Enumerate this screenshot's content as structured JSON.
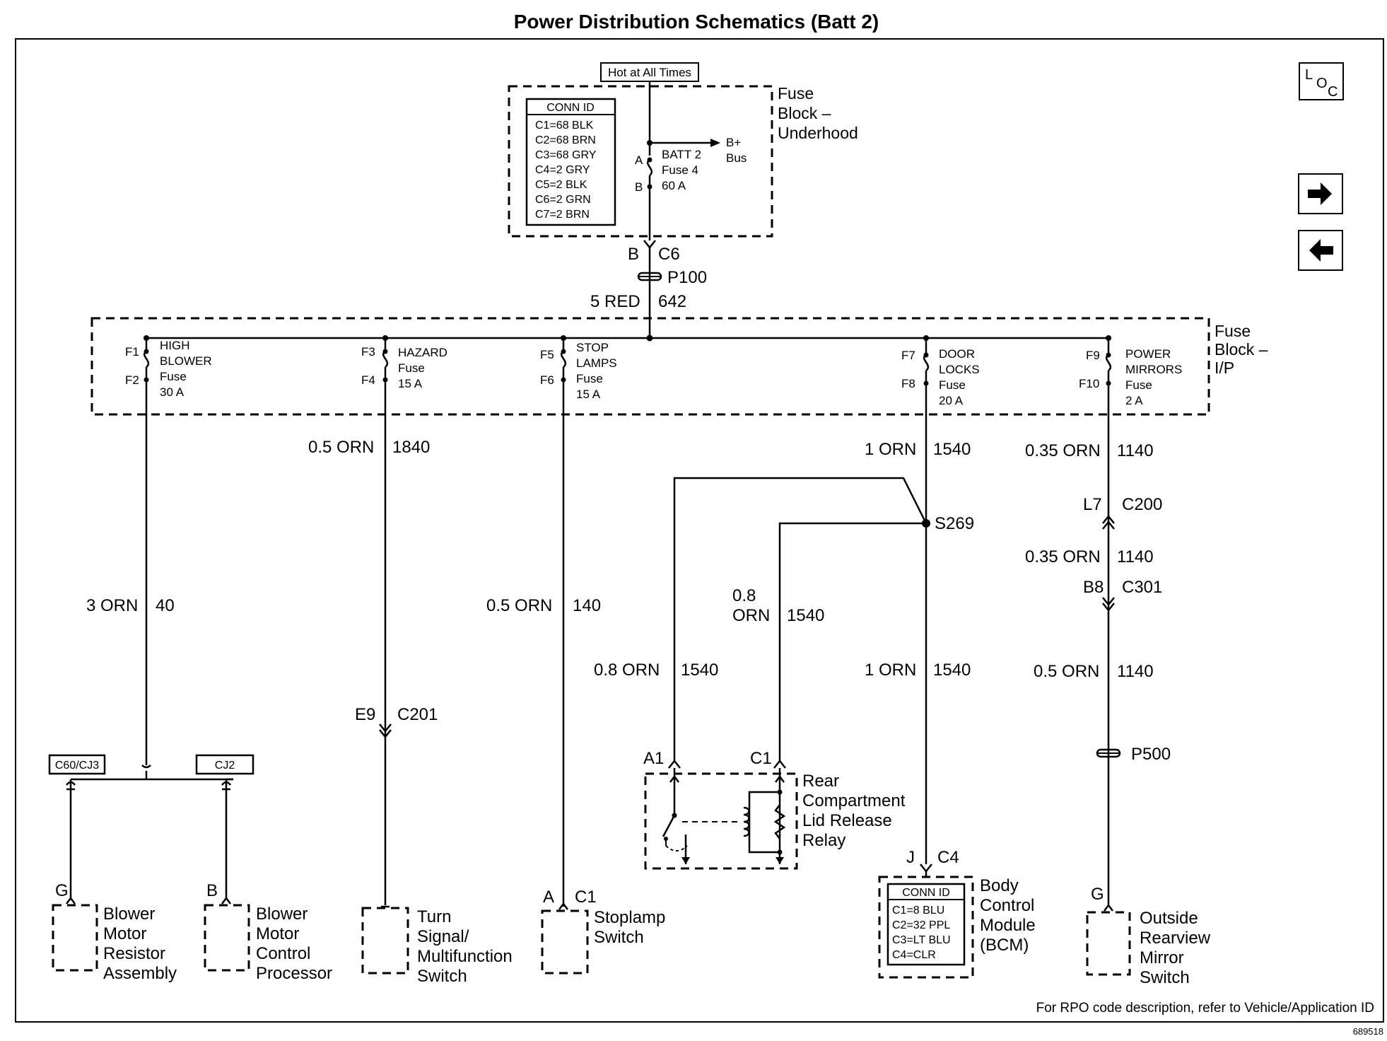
{
  "title": "Power Distribution Schematics (Batt 2)",
  "nav": {
    "loc_icon": "L O C",
    "forward_icon": "arrow-right",
    "back_icon": "arrow-left"
  },
  "top_source": "Hot at All Times",
  "underhood": {
    "block_label": [
      "Fuse",
      "Block –",
      "Underhood"
    ],
    "conn_id_title": "CONN ID",
    "conn_ids": [
      "C1=68 BLK",
      "C2=68 BRN",
      "C3=68 GRY",
      "C4=2 GRY",
      "C5=2 BLK",
      "C6=2 GRN",
      "C7=2 BRN"
    ],
    "fuse": {
      "pin_a": "A",
      "pin_b": "B",
      "name": "BATT 2",
      "fuse_no": "Fuse 4",
      "rating": "60 A"
    },
    "bus": [
      "B+",
      "Bus"
    ],
    "out_pin": "B",
    "out_conn": "C6"
  },
  "main_feed": {
    "splice": "P100",
    "wire": "5 RED",
    "circuit": "642"
  },
  "ip_block": {
    "block_label": [
      "Fuse",
      "Block –",
      "I/P"
    ],
    "fuses": [
      {
        "pin_in": "F1",
        "pin_out": "F2",
        "lines": [
          "HIGH",
          "BLOWER",
          "Fuse",
          "30 A"
        ]
      },
      {
        "pin_in": "F3",
        "pin_out": "F4",
        "lines": [
          "HAZARD",
          "Fuse",
          "15 A"
        ]
      },
      {
        "pin_in": "F5",
        "pin_out": "F6",
        "lines": [
          "STOP",
          "LAMPS",
          "Fuse",
          "15 A"
        ]
      },
      {
        "pin_in": "F7",
        "pin_out": "F8",
        "lines": [
          "DOOR",
          "LOCKS",
          "Fuse",
          "20 A"
        ]
      },
      {
        "pin_in": "F9",
        "pin_out": "F10",
        "lines": [
          "POWER",
          "MIRRORS",
          "Fuse",
          "2 A"
        ]
      }
    ]
  },
  "wires": {
    "w40": {
      "gauge": "3 ORN",
      "circuit": "40"
    },
    "w1840": {
      "gauge": "0.5 ORN",
      "circuit": "1840"
    },
    "w140": {
      "gauge": "0.5 ORN",
      "circuit": "140"
    },
    "w1540_top": {
      "gauge": "1 ORN",
      "circuit": "1540"
    },
    "w1540_c1": {
      "gauge": "0.8",
      "gauge2": "ORN",
      "circuit": "1540"
    },
    "w1540_a1": {
      "gauge": "0.8 ORN",
      "circuit": "1540"
    },
    "w1540_bcm": {
      "gauge": "1 ORN",
      "circuit": "1540"
    },
    "w1140_a": {
      "gauge": "0.35 ORN",
      "circuit": "1140"
    },
    "w1140_b": {
      "gauge": "0.35 ORN",
      "circuit": "1140"
    },
    "w1140_c": {
      "gauge": "0.5 ORN",
      "circuit": "1140"
    }
  },
  "connectors": {
    "splice_s269": "S269",
    "c200_pin": "L7",
    "c200": "C200",
    "c301_pin": "B8",
    "c301": "C301",
    "p500": "P500",
    "c201_pin": "E9",
    "c201": "C201",
    "relay_a1": "A1",
    "relay_c1": "C1",
    "bcm_pin": "J",
    "bcm_conn": "C4",
    "stoplamp_pin": "A",
    "stoplamp_conn": "C1",
    "mirror_pin": "G",
    "blower_res_pin": "G",
    "blower_ctl_pin": "B",
    "c60": "C60/CJ3",
    "cj2": "CJ2"
  },
  "components": {
    "blower_resistor": [
      "Blower",
      "Motor",
      "Resistor",
      "Assembly"
    ],
    "blower_control": [
      "Blower",
      "Motor",
      "Control",
      "Processor"
    ],
    "turn_signal": [
      "Turn",
      "Signal/",
      "Multifunction",
      "Switch"
    ],
    "stoplamp": [
      "Stoplamp",
      "Switch"
    ],
    "relay": [
      "Rear",
      "Compartment",
      "Lid Release",
      "Relay"
    ],
    "bcm": [
      "Body",
      "Control",
      "Module",
      "(BCM)"
    ],
    "bcm_conn_title": "CONN ID",
    "bcm_conn_ids": [
      "C1=8 BLU",
      "C2=32 PPL",
      "C3=LT BLU",
      "C4=CLR"
    ],
    "mirror": [
      "Outside",
      "Rearview",
      "Mirror",
      "Switch"
    ]
  },
  "footer": {
    "note": "For RPO code description, refer to Vehicle/Application ID",
    "doc_id": "689518"
  }
}
